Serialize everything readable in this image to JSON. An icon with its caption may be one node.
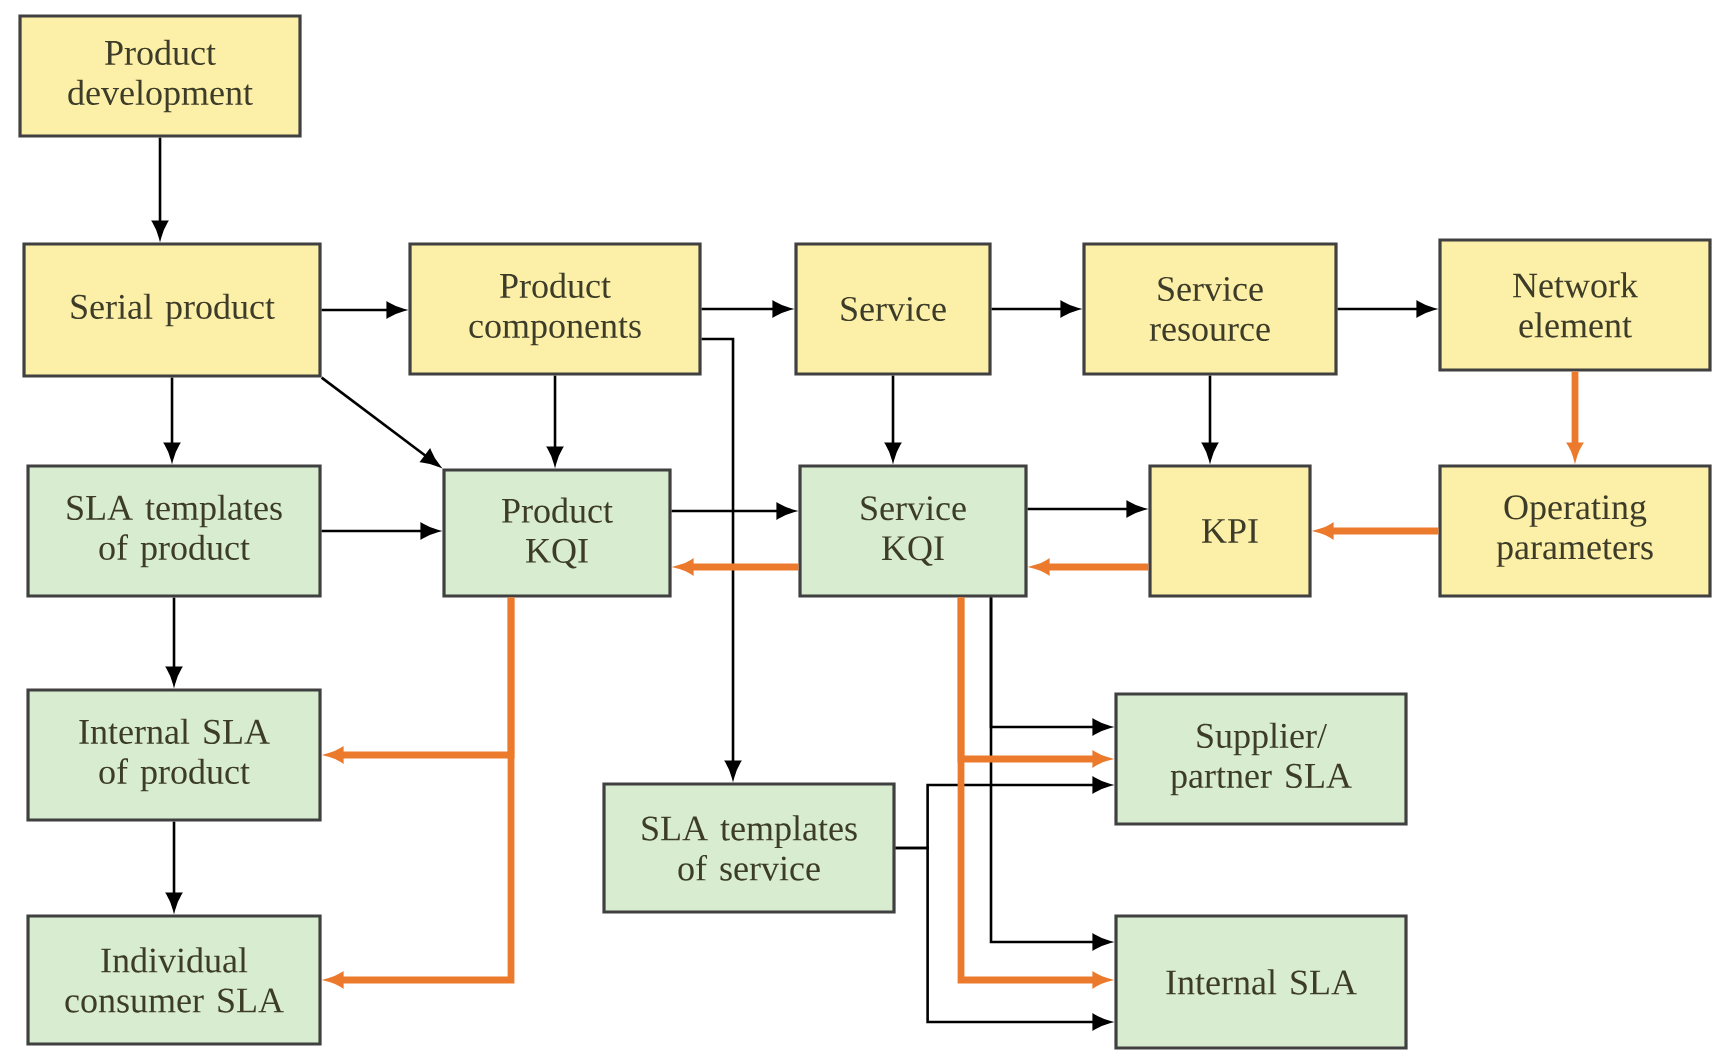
{
  "diagram": {
    "nodes": [
      {
        "text": [
          "Product development"
        ]
      },
      {
        "text": [
          "Serial product"
        ]
      },
      {
        "text": [
          "Product components"
        ]
      },
      {
        "text": [
          "Service"
        ]
      },
      {
        "text": [
          "Service resource"
        ]
      },
      {
        "text": [
          "Network element"
        ]
      },
      {
        "text": [
          "SLA templates of product"
        ]
      },
      {
        "text": [
          "Product KQI"
        ]
      },
      {
        "text": [
          "Service KQI"
        ]
      },
      {
        "text": [
          "KPI"
        ]
      },
      {
        "text": [
          "Operating parameters"
        ]
      },
      {
        "text": [
          "Internal SLA of product"
        ]
      },
      {
        "text": [
          "SLA templates of service"
        ]
      },
      {
        "text": [
          "Supplier/ partner SLA"
        ]
      },
      {
        "text": [
          "Individual consumer SLA"
        ]
      },
      {
        "text": [
          "Internal SLA"
        ]
      }
    ],
    "edges": [
      {
        "from": 0,
        "to": 1,
        "arrow": "to"
      },
      {
        "from": 1,
        "to": 2,
        "arrow": "to"
      },
      {
        "from": 2,
        "to": 3,
        "arrow": "to"
      },
      {
        "from": 3,
        "to": 4,
        "arrow": "to"
      },
      {
        "from": 4,
        "to": 5,
        "arrow": "to"
      },
      {
        "from": 1,
        "to": 6,
        "arrow": "to"
      },
      {
        "from": 1,
        "to": 7,
        "arrow": "to"
      },
      {
        "from": 2,
        "to": 7,
        "arrow": "to"
      },
      {
        "from": 6,
        "to": 7,
        "arrow": "to"
      },
      {
        "from": 3,
        "to": 8,
        "arrow": "to"
      },
      {
        "from": 4,
        "to": 9,
        "arrow": "to"
      },
      {
        "from": 7,
        "to": 8,
        "arrow": "to"
      },
      {
        "from": 8,
        "to": 9,
        "arrow": "to"
      },
      {
        "from": 2,
        "to": 12,
        "arrow": "to"
      },
      {
        "from": 6,
        "to": 11,
        "arrow": "to"
      },
      {
        "from": 11,
        "to": 14,
        "arrow": "to"
      },
      {
        "from": 8,
        "to": 13,
        "arrow": "to"
      },
      {
        "from": 8,
        "to": 15,
        "arrow": "to"
      },
      {
        "from": 12,
        "to": 13,
        "arrow": "to"
      },
      {
        "from": 12,
        "to": 15,
        "arrow": "to"
      },
      {
        "from": 5,
        "to": 10,
        "arrow": "to",
        "style": "thick",
        "color": "#ec7a2c"
      },
      {
        "from": 10,
        "to": 9,
        "arrow": "to",
        "style": "thick",
        "color": "#ec7a2c"
      },
      {
        "from": 9,
        "to": 8,
        "arrow": "to",
        "style": "thick",
        "color": "#ec7a2c"
      },
      {
        "from": 8,
        "to": 7,
        "arrow": "to",
        "style": "thick",
        "color": "#ec7a2c"
      },
      {
        "from": 7,
        "to": 11,
        "arrow": "to",
        "style": "thick",
        "color": "#ec7a2c"
      },
      {
        "from": 7,
        "to": 14,
        "arrow": "to",
        "style": "thick",
        "color": "#ec7a2c"
      },
      {
        "from": 8,
        "to": 13,
        "arrow": "to",
        "style": "thick",
        "color": "#ec7a2c"
      },
      {
        "from": 8,
        "to": 15,
        "arrow": "to",
        "style": "thick",
        "color": "#ec7a2c"
      }
    ]
  }
}
